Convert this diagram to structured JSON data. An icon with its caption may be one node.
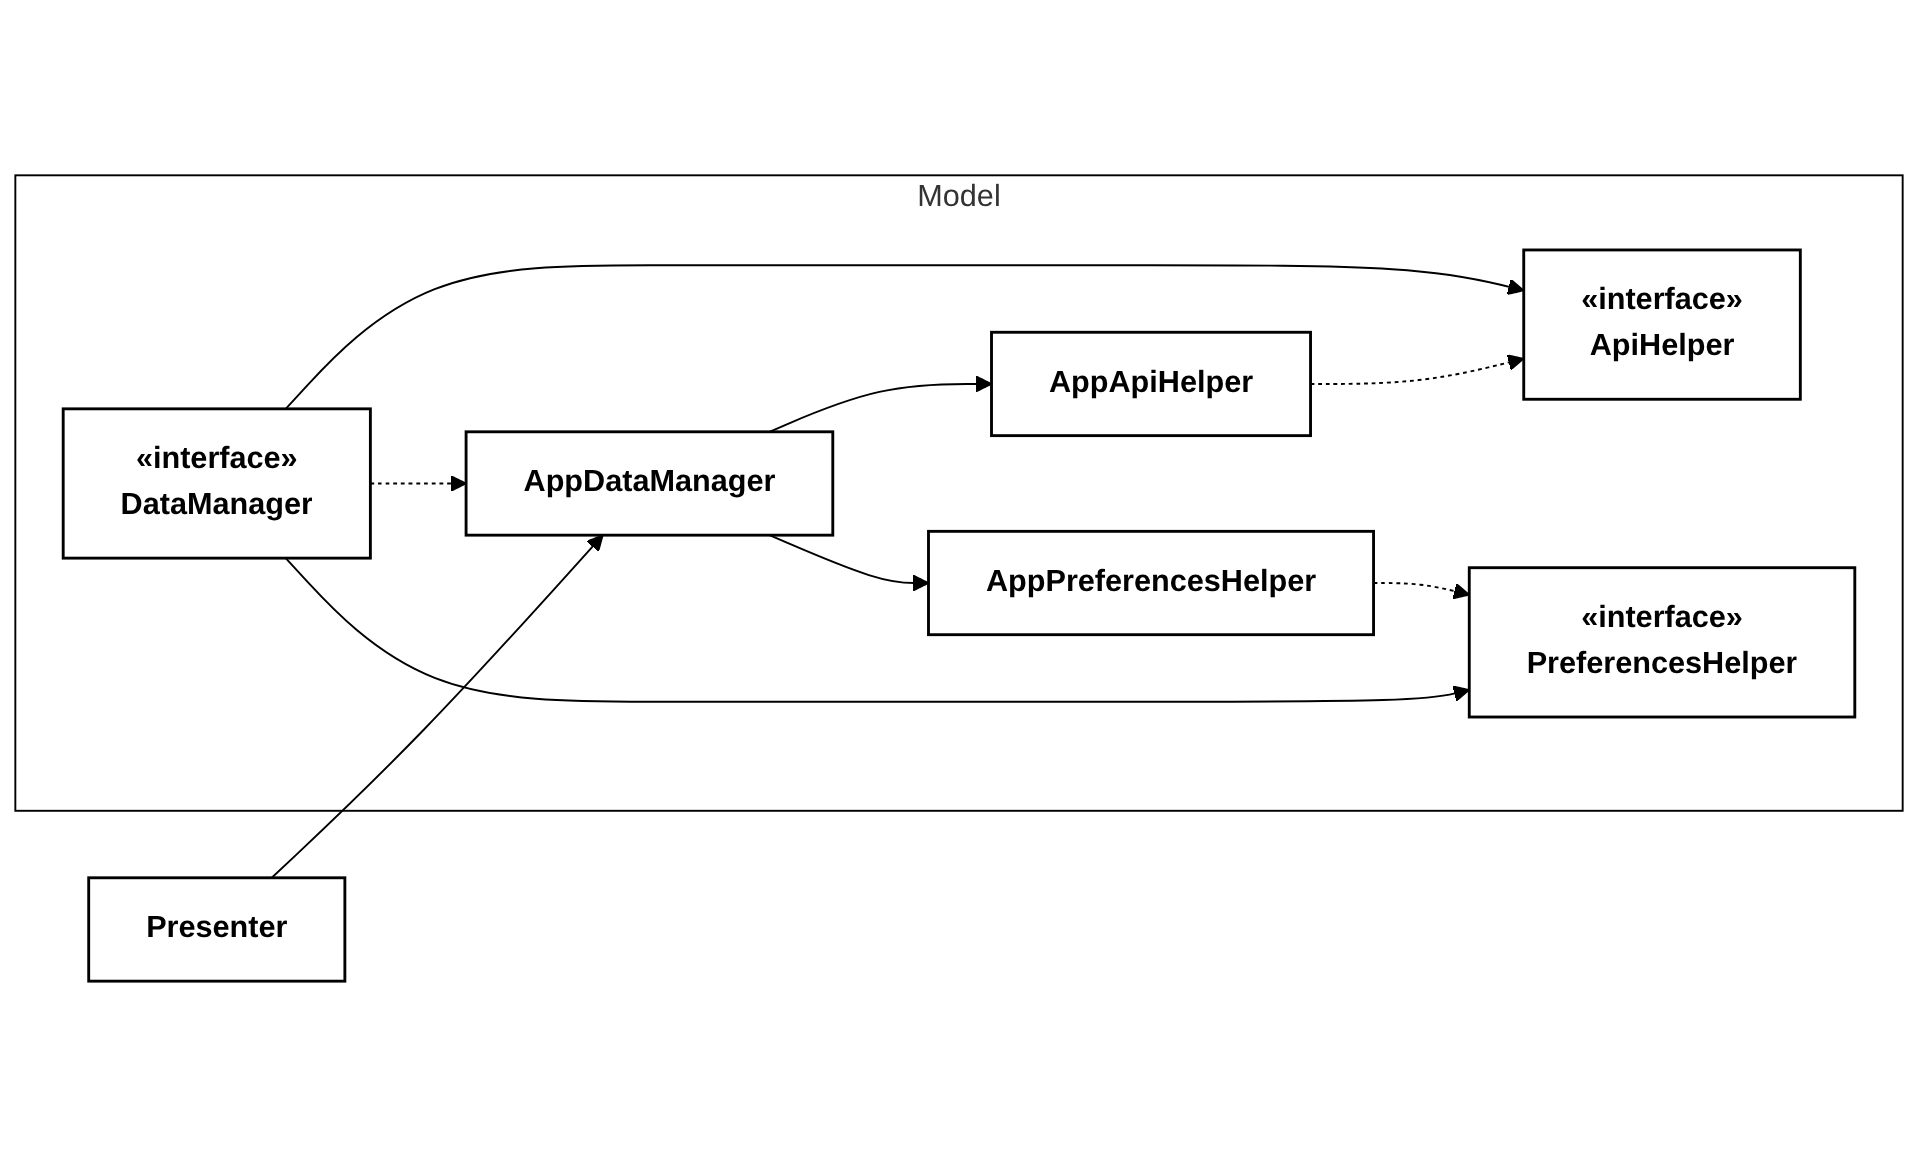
{
  "diagram": {
    "nodes": [
      {
        "text": [
          "Model"
        ]
      },
      {
        "text": [
          "AppApiHelper"
        ],
        "in": 0
      },
      {
        "text": [
          "«interface»",
          "ApiHelper"
        ],
        "in": 0
      },
      {
        "text": [
          "Presenter"
        ]
      },
      {
        "text": [
          "AppDataManager"
        ],
        "in": 0
      },
      {
        "text": [
          "«interface»",
          "DataManager"
        ],
        "in": 0
      },
      {
        "text": [
          "AppPreferencesHelper"
        ],
        "in": 0
      },
      {
        "text": [
          "«interface»",
          "PreferencesHelper"
        ],
        "in": 0
      }
    ],
    "edges": [
      {
        "from": 1,
        "to": 2,
        "arrow": "to",
        "style": "dashed"
      },
      {
        "from": 4,
        "to": 1,
        "arrow": "to"
      },
      {
        "from": 5,
        "to": 2,
        "arrow": "to"
      },
      {
        "from": 3,
        "to": 4,
        "arrow": "to"
      },
      {
        "from": 5,
        "to": 4,
        "arrow": "to",
        "style": "dashed"
      },
      {
        "from": 4,
        "to": 6,
        "arrow": "to"
      },
      {
        "from": 5,
        "to": 7,
        "arrow": "to"
      },
      {
        "from": 6,
        "to": 7,
        "arrow": "to",
        "style": "dashed"
      }
    ]
  }
}
